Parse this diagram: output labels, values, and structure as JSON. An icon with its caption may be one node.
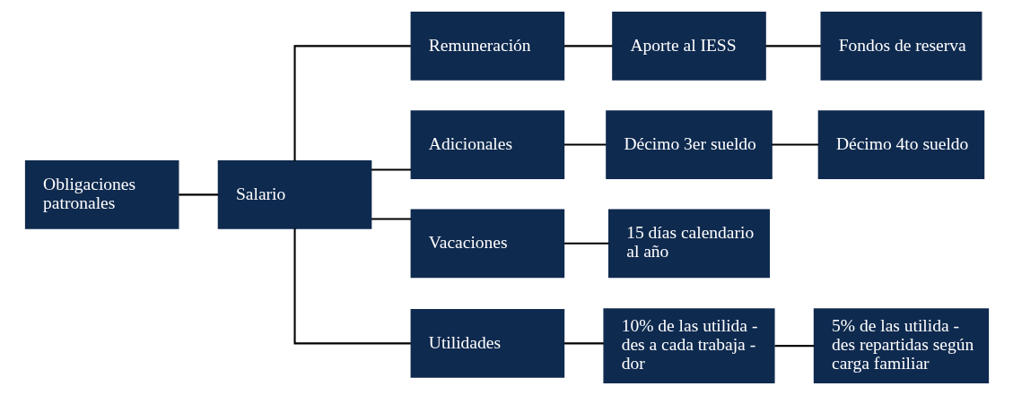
{
  "diagram": {
    "nodes": [
      {
        "text": [
          "Obligaciones patronales"
        ]
      },
      {
        "text": [
          "Salario"
        ]
      },
      {
        "text": [
          "Remuneración"
        ]
      },
      {
        "text": [
          "Aporte al IESS"
        ]
      },
      {
        "text": [
          "Fondos de reserva"
        ]
      },
      {
        "text": [
          "Adicionales"
        ]
      },
      {
        "text": [
          "Décimo 3er sueldo"
        ]
      },
      {
        "text": [
          "Décimo 4to sueldo"
        ]
      },
      {
        "text": [
          "Vacaciones"
        ]
      },
      {
        "text": [
          "15 días calendario al año"
        ]
      },
      {
        "text": [
          "Utilidades"
        ]
      },
      {
        "text": [
          "10% de las utilida - des a cada trabaja - dor"
        ]
      },
      {
        "text": [
          "5% de las utilida - des repartidas según carga familiar"
        ]
      }
    ],
    "edges": [
      {
        "from": 0,
        "to": 1,
        "arrow": "none"
      },
      {
        "from": 1,
        "to": 2,
        "arrow": "none"
      },
      {
        "from": 1,
        "to": 5,
        "arrow": "none"
      },
      {
        "from": 1,
        "to": 8,
        "arrow": "none"
      },
      {
        "from": 1,
        "to": 10,
        "arrow": "none"
      },
      {
        "from": 2,
        "to": 3,
        "arrow": "none"
      },
      {
        "from": 3,
        "to": 4,
        "arrow": "none"
      },
      {
        "from": 5,
        "to": 6,
        "arrow": "none"
      },
      {
        "from": 6,
        "to": 7,
        "arrow": "none"
      },
      {
        "from": 8,
        "to": 9,
        "arrow": "none"
      },
      {
        "from": 10,
        "to": 11,
        "arrow": "none"
      },
      {
        "from": 11,
        "to": 12,
        "arrow": "none"
      }
    ]
  }
}
